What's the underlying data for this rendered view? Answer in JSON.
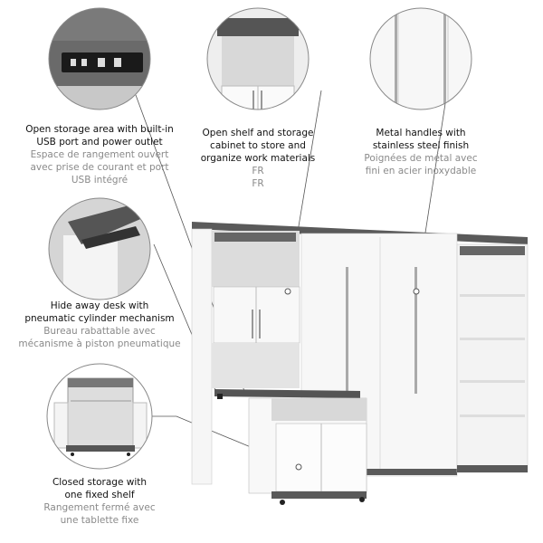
{
  "features": [
    {
      "id": "usb",
      "title_en": [
        "Open storage area with built-in",
        "USB port and power outlet"
      ],
      "title_fr": [
        "Espace de rangement ouvert",
        "avec prise de courant et port",
        "USB intégré"
      ]
    },
    {
      "id": "shelf",
      "title_en": [
        "Open shelf and storage",
        "cabinet to store and",
        "organize work materials"
      ],
      "title_fr": [
        "FR",
        "FR"
      ]
    },
    {
      "id": "handles",
      "title_en": [
        "Metal handles with",
        "stainless steel finish"
      ],
      "title_fr": [
        "Poignées de métal avec",
        "fini en acier inoxydable"
      ]
    },
    {
      "id": "desk",
      "title_en": [
        "Hide away desk with",
        "pneumatic cylinder mechanism"
      ],
      "title_fr": [
        "Bureau rabattable avec",
        "mécanisme à piston pneumatique"
      ]
    },
    {
      "id": "storage",
      "title_en": [
        "Closed storage with",
        "one fixed shelf"
      ],
      "title_fr": [
        "Rangement fermé avec",
        "une tablette fixe"
      ]
    }
  ],
  "colors": {
    "wood": "#5f5f5f",
    "white": "#f4f4f4",
    "text": "#111111",
    "subtext": "#8a8a8a",
    "line": "#555555"
  }
}
